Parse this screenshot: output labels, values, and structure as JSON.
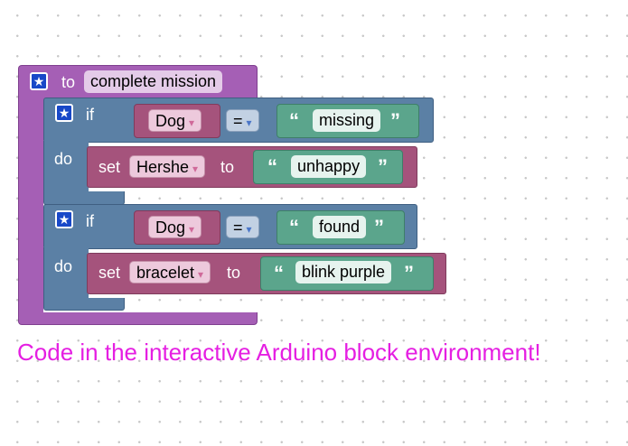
{
  "procedure": {
    "keyword": "to",
    "name": "complete mission"
  },
  "blocks": [
    {
      "if_label": "if",
      "do_label": "do",
      "condition": {
        "variable": "Dog",
        "operator": "=",
        "value": "missing"
      },
      "set": {
        "label": "set",
        "variable": "Hershe",
        "to_label": "to",
        "value": "unhappy"
      }
    },
    {
      "if_label": "if",
      "do_label": "do",
      "condition": {
        "variable": "Dog",
        "operator": "=",
        "value": "found"
      },
      "set": {
        "label": "set",
        "variable": "bracelet",
        "to_label": "to",
        "value": "blink purple"
      }
    }
  ],
  "glyphs": {
    "star": "★",
    "dropdown": "▾",
    "open_quote": "“",
    "close_quote": "”"
  },
  "caption": "Code in the interactive Arduino block environment!",
  "colors": {
    "procedure": "#a55fb5",
    "if": "#5b80a5",
    "set": "#a5537c",
    "string": "#5ba58c",
    "caption": "#e51fe2"
  }
}
